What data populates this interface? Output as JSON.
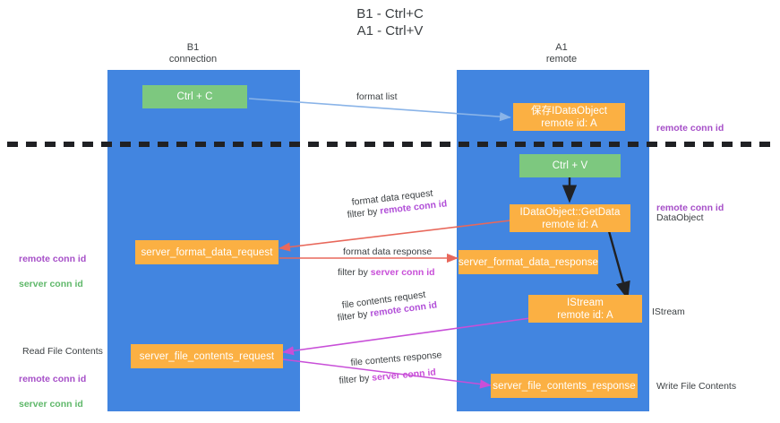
{
  "title": "B1 - Ctrl+C\nA1 - Ctrl+V",
  "colors": {
    "lane": "#4285e0",
    "green_node": "#7dc87f",
    "orange_node": "#fbb043",
    "remote_conn_id": "#a64fc8",
    "server_conn_id": "#5fb86a",
    "arrow_blue": "#8ab4e8",
    "arrow_red": "#e8685b",
    "arrow_magenta": "#c84fd8",
    "arrow_black": "#202124",
    "divider": "#202124",
    "text": "#3c4043"
  },
  "columns": [
    {
      "id": "b1",
      "title": "B1",
      "subtitle": "connection",
      "heading": "B1\nconnection"
    },
    {
      "id": "a1",
      "title": "A1",
      "subtitle": "remote",
      "heading": "A1\nremote"
    }
  ],
  "nodes": {
    "ctrl_c": "Ctrl + C",
    "save_dataobject": "保存IDataObject\nremote id: A",
    "ctrl_v": "Ctrl + V",
    "getdata": "IDataObject::GetData\nremote id: A",
    "server_format_data_request": "server_format_data_request",
    "server_format_data_response": "server_format_data_response",
    "istream": "IStream\nremote id: A",
    "server_file_contents_request": "server_file_contents_request",
    "server_file_contents_response": "server_file_contents_response"
  },
  "edges": {
    "format_list": {
      "label": "format list"
    },
    "format_data_request": {
      "label": "format data request",
      "filter_prefix": "filter by ",
      "filter_key": "remote conn id"
    },
    "format_data_response": {
      "label": "format data response",
      "filter_prefix": "filter by ",
      "filter_key": "server conn id"
    },
    "file_contents_request": {
      "label": "file contents request",
      "filter_prefix": "filter by ",
      "filter_key": "remote conn id"
    },
    "file_contents_response": {
      "label": "file contents response",
      "filter_prefix": "filter by ",
      "filter_key": "server conn id"
    }
  },
  "annotations": {
    "right_remote_conn_id_top": "remote conn id",
    "right_remote_conn_id_mid": "remote conn id",
    "right_dataobject": "DataObject",
    "right_istream": "IStream",
    "right_write_file_contents": "Write File Contents",
    "left_read_file_contents": "Read File Contents",
    "remote_conn_id": "remote conn id",
    "server_conn_id": "server conn id"
  }
}
